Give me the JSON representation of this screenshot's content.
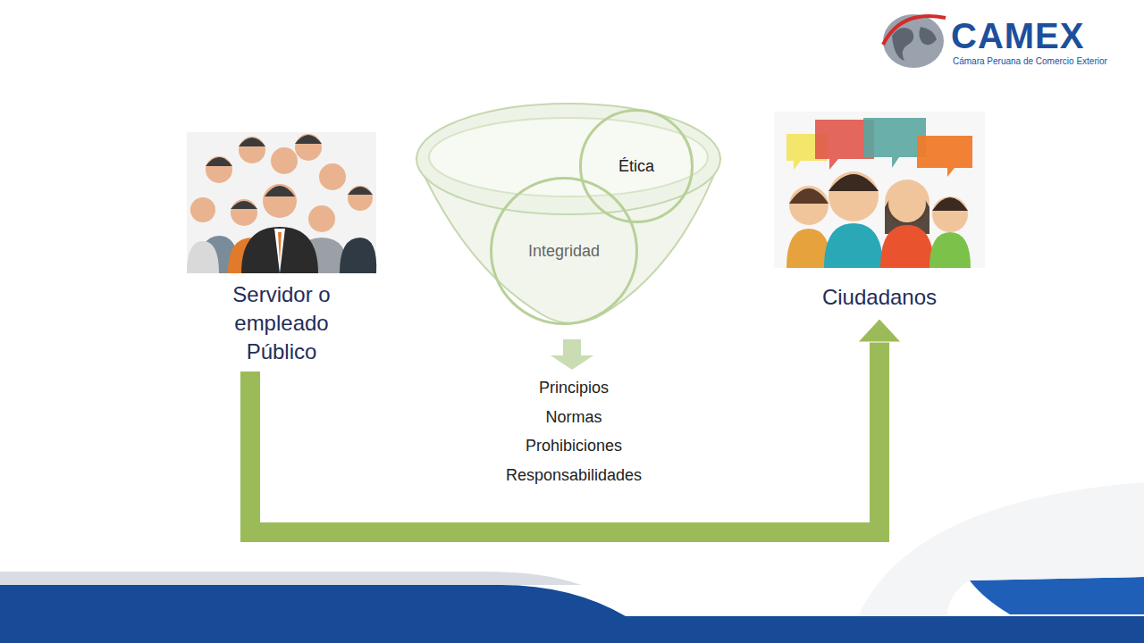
{
  "diagram": {
    "nodes": [
      {
        "text": [
          "Servidor o empleado Público"
        ]
      },
      {
        "text": [
          "Ética"
        ]
      },
      {
        "text": [
          "Integridad"
        ]
      },
      {
        "text": [
          "Ciudadanos"
        ]
      }
    ],
    "edges": [
      {
        "from": 0,
        "to": 3,
        "arrow": "to"
      }
    ],
    "labels": [
      "Principios",
      "Normas",
      "Prohibiciones",
      "Responsabilidades",
      "CAMEX",
      "Cámara Peruana de Comercio Exterior"
    ]
  }
}
